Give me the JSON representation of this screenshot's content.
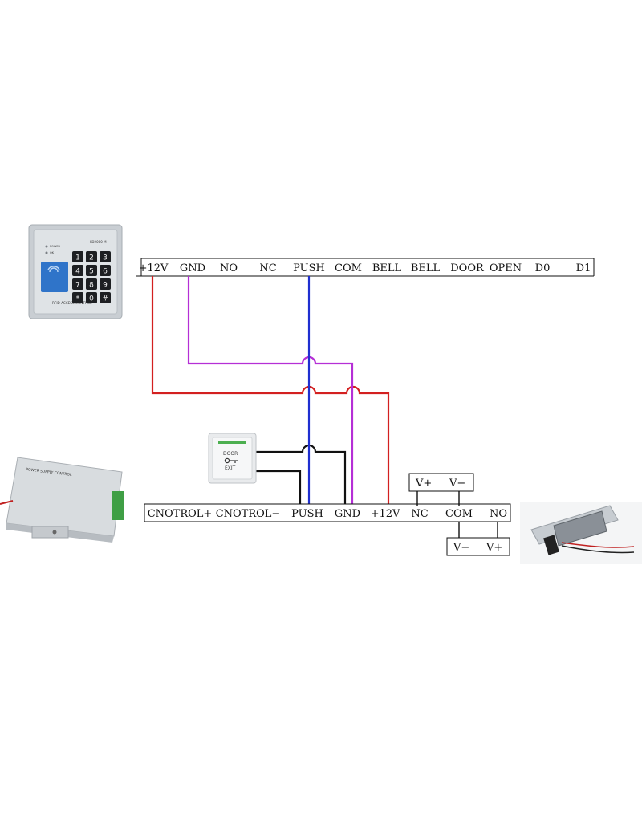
{
  "top_strip": {
    "terminals": [
      "+12V",
      "GND",
      "NO",
      "NC",
      "PUSH",
      "COM",
      "BELL",
      "BELL",
      "DOOR",
      "OPEN",
      "D0",
      "D1"
    ]
  },
  "bottom_strip": {
    "terminals": [
      "CNOTROL+",
      "CNOTROL−",
      "PUSH",
      "GND",
      "+12V",
      "NC",
      "COM",
      "NO"
    ]
  },
  "lock_boxes": {
    "upper": [
      "V+",
      "V−"
    ],
    "lower": [
      "V−",
      "V+"
    ]
  },
  "devices": {
    "keypad": {
      "model_label": "KO2000-M",
      "status_power": "POWER",
      "status_ok": "OK",
      "brand_text": "RFID ACCESS CONTROL",
      "keys": [
        "1",
        "2",
        "3",
        "4",
        "5",
        "6",
        "7",
        "8",
        "9",
        "*",
        "0",
        "#"
      ]
    },
    "exit_button": {
      "line1": "DOOR",
      "line2": "EXIT"
    },
    "power_supply": {
      "label": "POWER SUPPLY CONTROL"
    }
  },
  "colors": {
    "red": "#d32020",
    "purple": "#b52fd6",
    "blue": "#1f2fd0",
    "black": "#111111"
  }
}
